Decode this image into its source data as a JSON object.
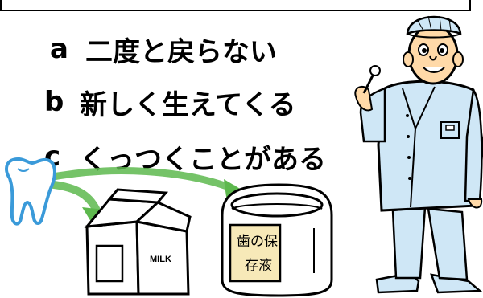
{
  "options": [
    {
      "letter": "a",
      "text": "二度と戻らない"
    },
    {
      "letter": "b",
      "text": "新しく生えてくる"
    },
    {
      "letter": "c",
      "text": "くっつくことがある"
    }
  ],
  "milk_label": "MILK",
  "preservative_label": {
    "line1": "歯の保",
    "line2": "存液"
  },
  "colors": {
    "tooth_outline": "#3a9ad9",
    "arrow_green": "#5db84d",
    "uniform_blue": "#cfe7f6",
    "skin": "#ffd9a8",
    "label_bg": "#f7e9b8"
  },
  "icons": [
    "tooth-icon",
    "milk-carton-icon",
    "preservative-jar-icon",
    "dentist-illustration"
  ]
}
